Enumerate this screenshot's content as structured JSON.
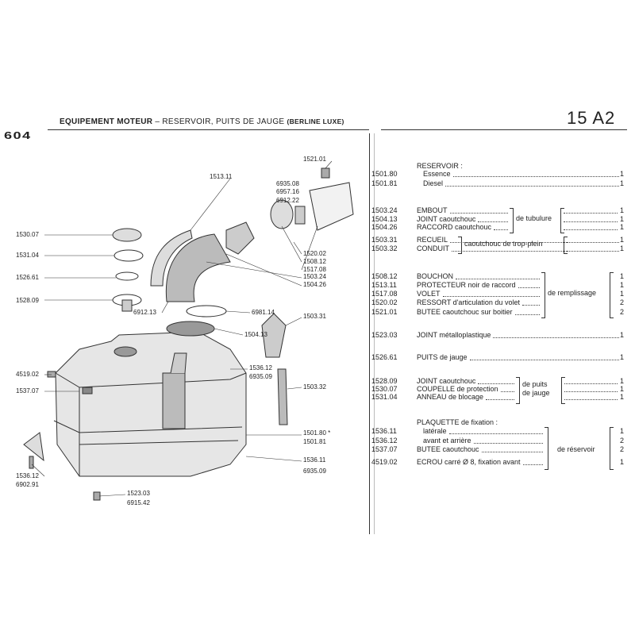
{
  "header": {
    "logo": "604",
    "title_main": "EQUIPEMENT MOTEUR",
    "title_sub": "– RESERVOIR, PUITS DE JAUGE",
    "title_variant": "(BERLINE LUXE)",
    "page_number": "15 A2"
  },
  "parts_list": [
    {
      "num": "",
      "desc": "RESERVOIR :",
      "qty": ""
    },
    {
      "num": "1501.80",
      "desc": "Essence",
      "qty": "1"
    },
    {
      "num": "1501.81",
      "desc": "Diesel",
      "qty": "1"
    },
    {
      "num": "1503.24",
      "desc": "EMBOUT",
      "qty": "1"
    },
    {
      "num": "1504.13",
      "desc": "JOINT caoutchouc",
      "qty": "1"
    },
    {
      "num": "1504.26",
      "desc": "RACCORD caoutchouc",
      "qty": "1"
    },
    {
      "num": "1503.31",
      "desc": "RECUEIL",
      "qty": "1"
    },
    {
      "num": "1503.32",
      "desc": "CONDUIT",
      "qty": "1"
    },
    {
      "num": "1508.12",
      "desc": "BOUCHON",
      "qty": "1"
    },
    {
      "num": "1513.11",
      "desc": "PROTECTEUR noir de raccord",
      "qty": "1"
    },
    {
      "num": "1517.08",
      "desc": "VOLET",
      "qty": "1"
    },
    {
      "num": "1520.02",
      "desc": "RESSORT d'articulation du volet",
      "qty": "2"
    },
    {
      "num": "1521.01",
      "desc": "BUTEE caoutchouc sur boitier",
      "qty": "2"
    },
    {
      "num": "1523.03",
      "desc": "JOINT métalloplastique",
      "qty": "1"
    },
    {
      "num": "1526.61",
      "desc": "PUITS de jauge",
      "qty": "1"
    },
    {
      "num": "1528.09",
      "desc": "JOINT caoutchouc",
      "qty": "1"
    },
    {
      "num": "1530.07",
      "desc": "COUPELLE de protection",
      "qty": "1"
    },
    {
      "num": "1531.04",
      "desc": "ANNEAU de blocage",
      "qty": "1"
    },
    {
      "num": "",
      "desc": "PLAQUETTE de fixation :",
      "qty": ""
    },
    {
      "num": "1536.11",
      "desc": "latérale",
      "qty": "1"
    },
    {
      "num": "1536.12",
      "desc": "avant et arrière",
      "qty": "2"
    },
    {
      "num": "1537.07",
      "desc": "BUTEE caoutchouc",
      "qty": "2"
    },
    {
      "num": "4519.02",
      "desc": "ECROU carré Ø 8, fixation avant",
      "qty": "1"
    }
  ],
  "groups": {
    "tubulure": "de tubulure",
    "trop_plein": "caoutchouc de trop-plein",
    "remplissage": "de remplissage",
    "puits_1": "de puits",
    "puits_2": "de jauge",
    "reservoir": "de réservoir"
  },
  "callouts": [
    "1521.01",
    "1513.11",
    "6935.08",
    "6957.16",
    "6912.22",
    "1530.07",
    "1520.02",
    "1508.12",
    "1531.04",
    "1517.08",
    "1526.61",
    "1503.24",
    "1504.26",
    "1528.09",
    "6912.13",
    "6981.14",
    "1503.31",
    "1504.13",
    "1536.12",
    "6935.09",
    "4519.02",
    "1537.07",
    "1503.32",
    "1501.80 *",
    "1501.81",
    "1536.11",
    "6935.09",
    "1536.12",
    "6902.91",
    "1523.03",
    "6915.42"
  ]
}
